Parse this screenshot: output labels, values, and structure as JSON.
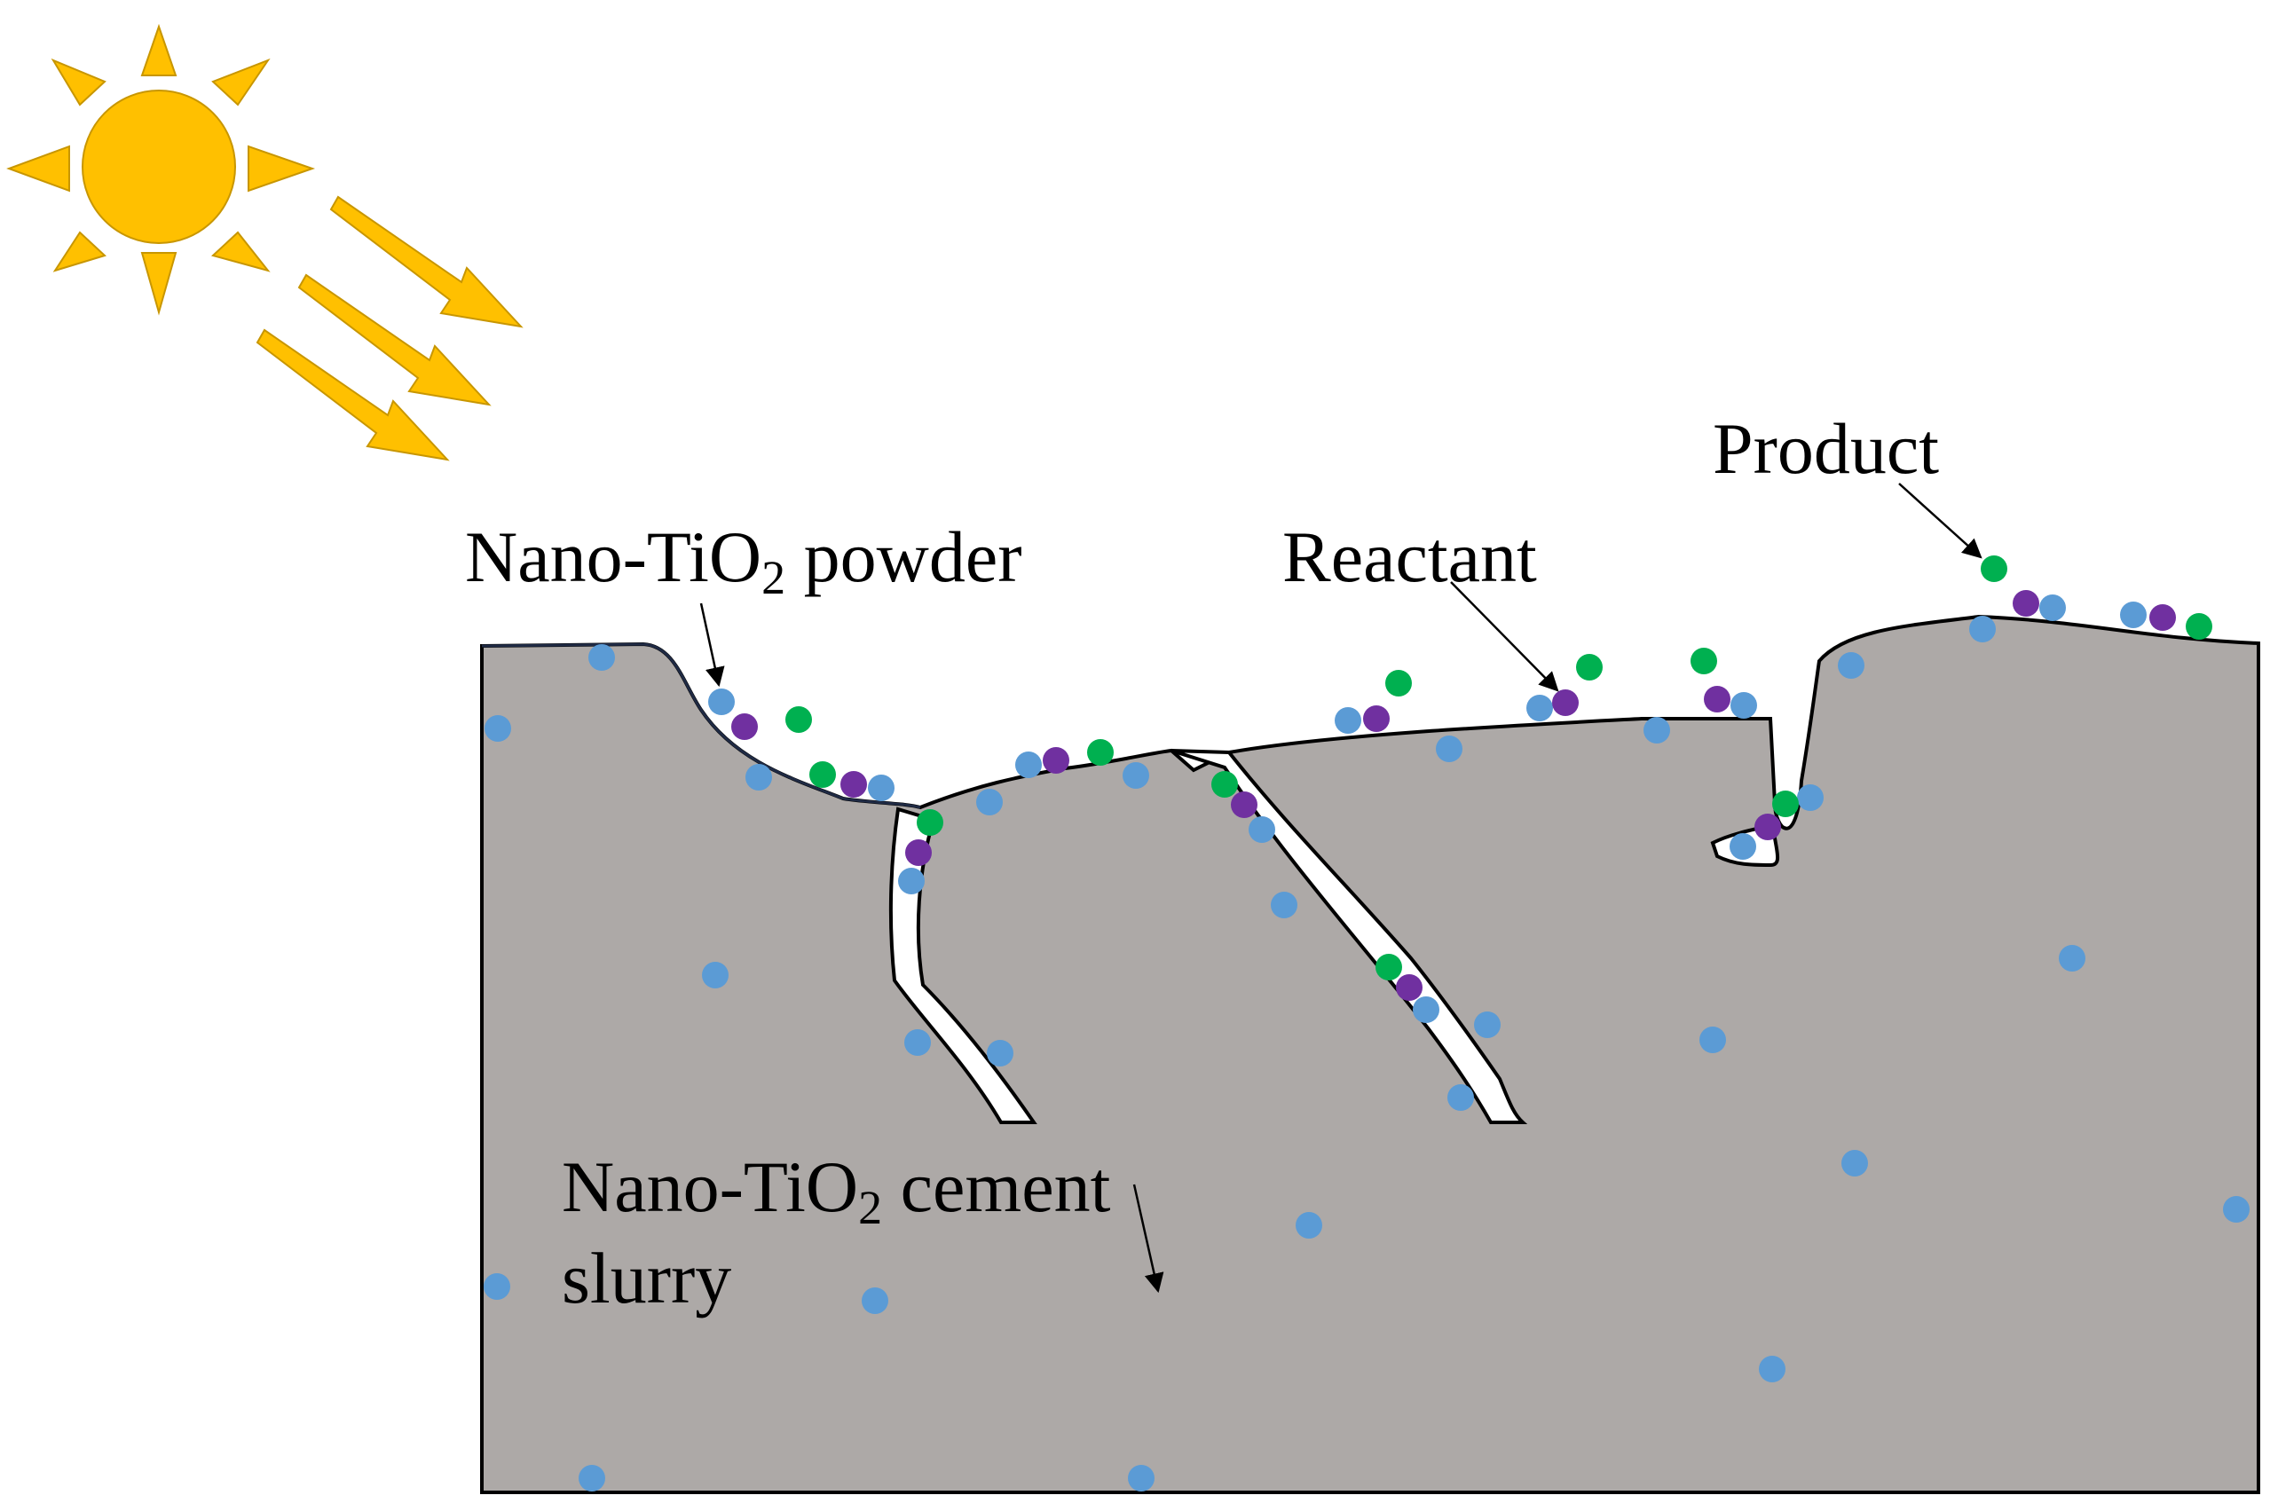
{
  "labels": {
    "powder": {
      "prefix": "Nano-TiO",
      "sub": "2",
      "suffix": " powder"
    },
    "reactant": "Reactant",
    "product": "Product",
    "slurry": {
      "prefix": "Nano-TiO",
      "sub": "2",
      "suffix": " cement",
      "line2": "slurry"
    }
  },
  "colors": {
    "sun": "#FFC000",
    "sun_stroke": "#C89600",
    "slurry": "#ADA9A7",
    "tio2": "#5B9BD5",
    "reactant": "#7030A0",
    "product": "#00B050",
    "outline": "#000000"
  },
  "icons": {
    "sun": "sun-icon",
    "rays": "light-ray-arrows"
  }
}
